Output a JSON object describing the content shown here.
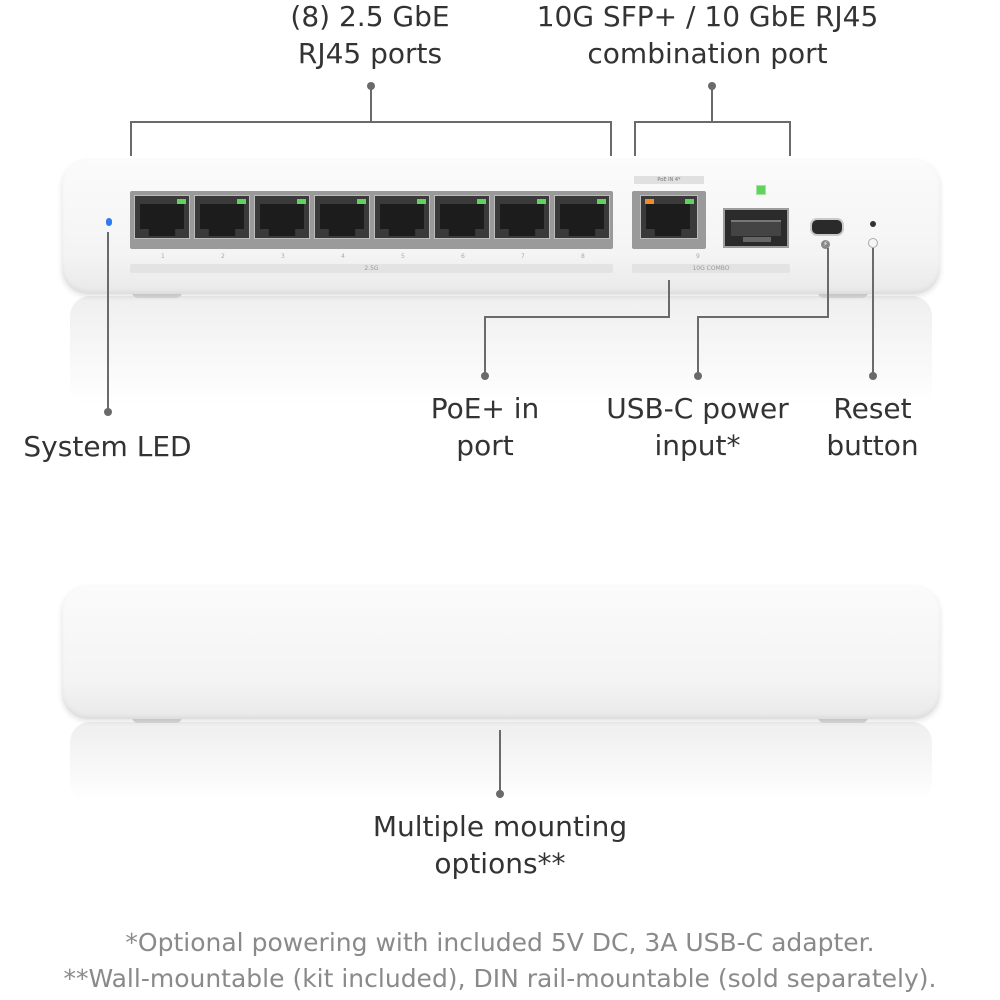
{
  "labels": {
    "ports_8": "(8) 2.5 GbE\nRJ45 ports",
    "combo_port": "10G SFP+ / 10 GbE RJ45\ncombination port",
    "system_led": "System LED",
    "poe_in": "PoE+ in\nport",
    "usbc_power": "USB-C power\ninput*",
    "reset": "Reset\nbutton",
    "mounting": "Multiple mounting\noptions**"
  },
  "footnotes": {
    "note1": "*Optional powering with included 5V DC, 3A USB-C adapter.",
    "note2": "**Wall-mountable (kit included), DIN rail-mountable (sold separately)."
  },
  "device_markings": {
    "port_numbers": [
      "1",
      "2",
      "3",
      "4",
      "5",
      "6",
      "7",
      "8",
      "9"
    ],
    "bar_2_5g": "2.5G",
    "bar_combo": "10G COMBO",
    "poe_tag": "PoE IN 4*"
  },
  "colors": {
    "led_green": "#5fd35b",
    "led_orange": "#f08a2a",
    "system_led_blue": "#2f7bf0",
    "text": "#333333",
    "note_text": "#8a8a8a"
  }
}
